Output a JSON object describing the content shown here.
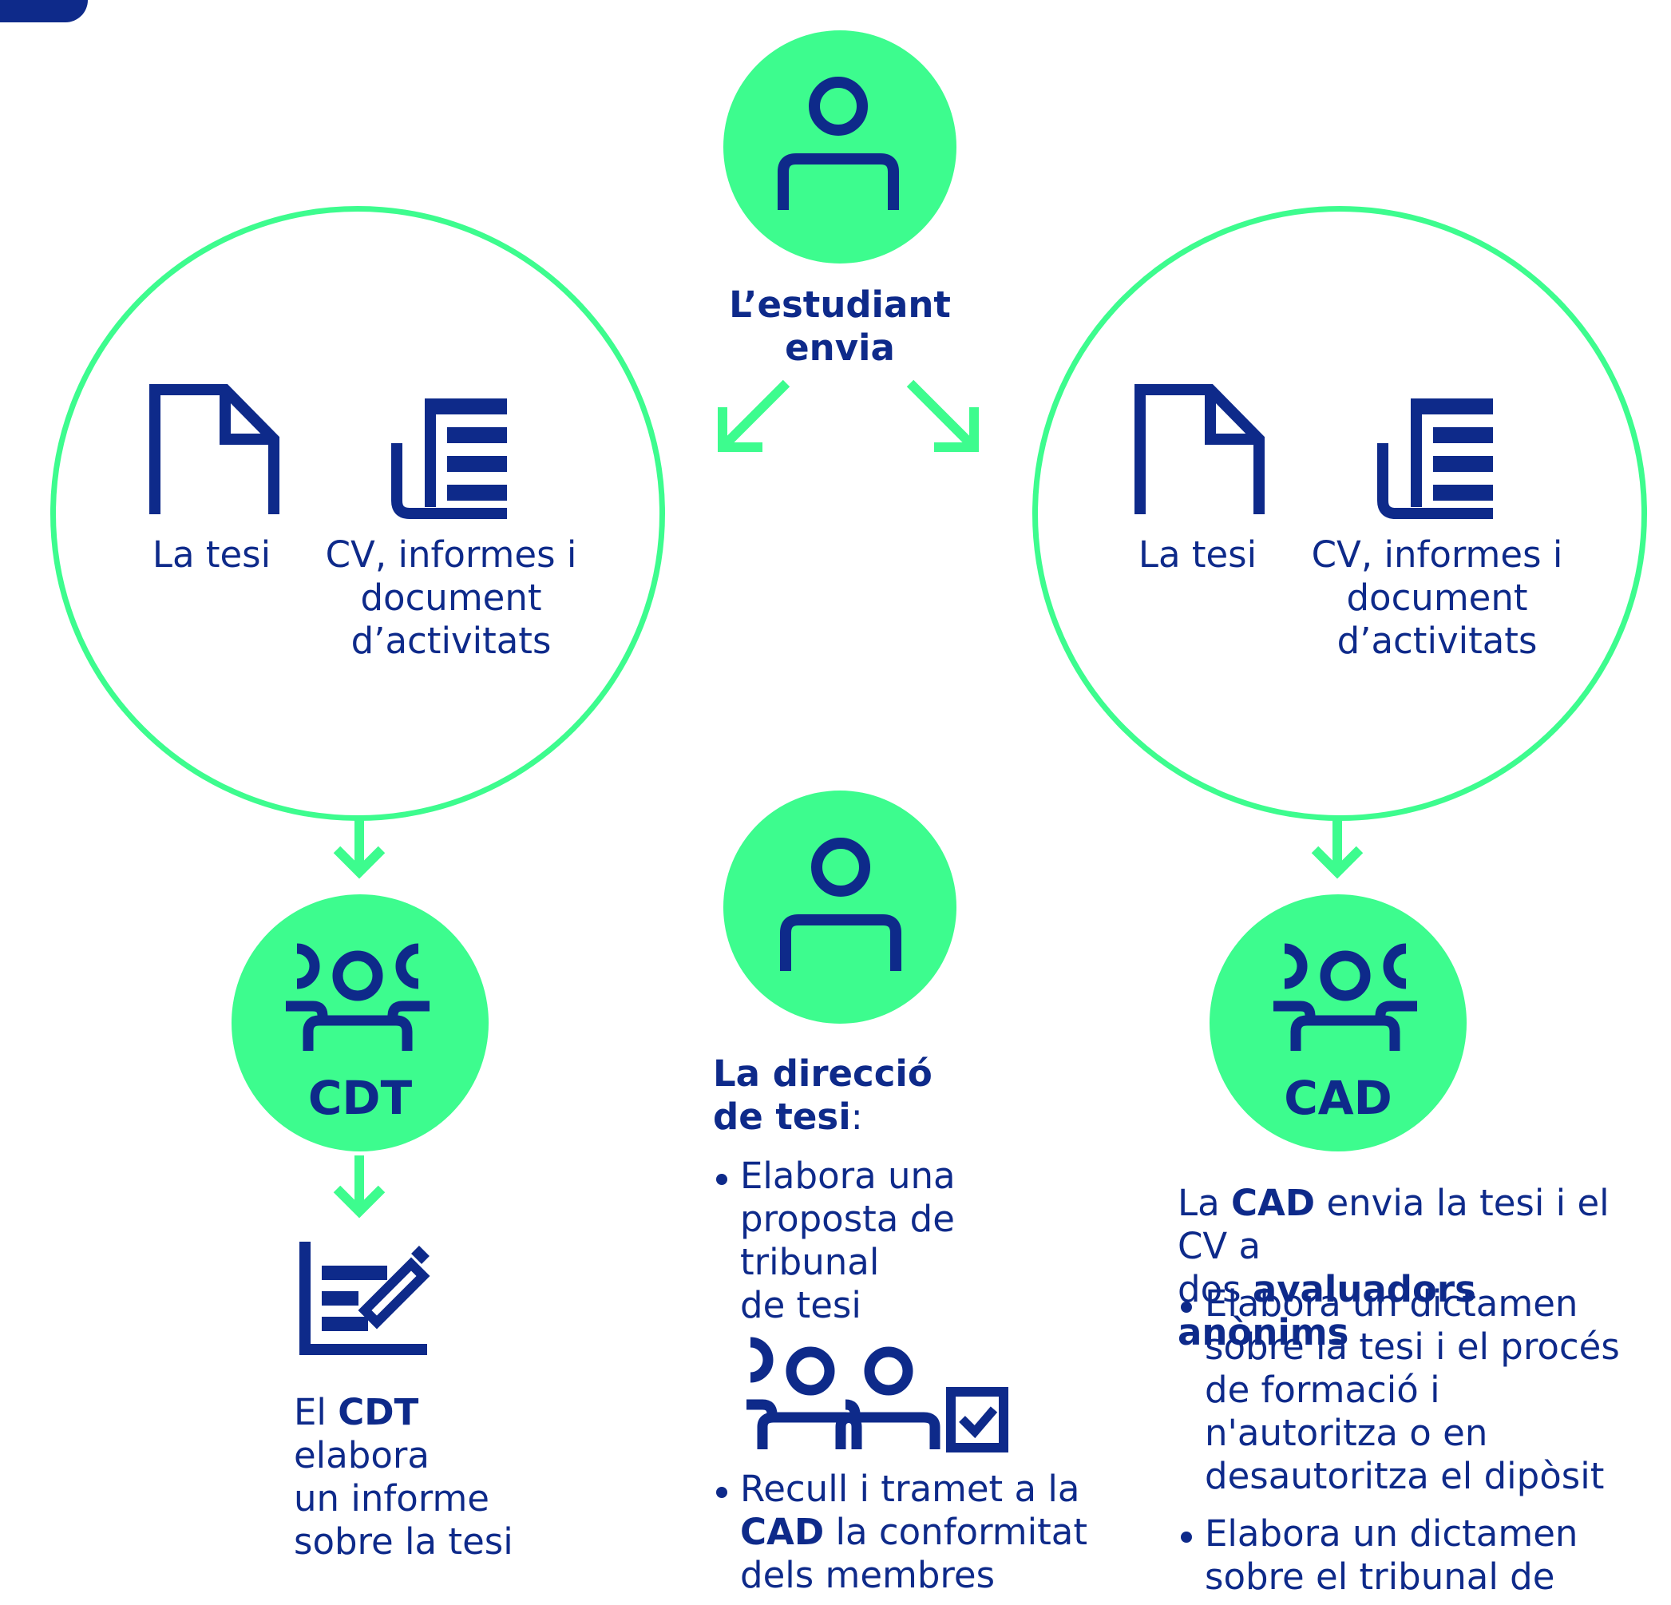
{
  "colors": {
    "navy": "#0e2a8a",
    "green": "#3dfc8e"
  },
  "top": {
    "label_line1": "L’estudiant",
    "label_line2": "envia",
    "icon": "person-icon"
  },
  "left_circle": {
    "thesis_label": "La tesi",
    "cv_line1": "CV, informes i",
    "cv_line2": "document",
    "cv_line3": "d’activitats"
  },
  "right_circle": {
    "thesis_label": "La tesi",
    "cv_line1": "CV, informes i",
    "cv_line2": "document",
    "cv_line3": "d’activitats"
  },
  "cdt": {
    "disc_label": "CDT",
    "text_pre": "El ",
    "text_bold": "CDT",
    "text_post": " elabora",
    "text_line2": "un informe",
    "text_line3": "sobre la tesi"
  },
  "direction": {
    "title_line1": "La direcció",
    "title_line2": "de tesi",
    "title_colon": ":",
    "bullet1_line1": "Elabora una",
    "bullet1_line2": "proposta de tribunal",
    "bullet1_line3": "de tesi",
    "bullet2_line1": "Recull i tramet a la",
    "bullet2_bold": "CAD",
    "bullet2_line2_rest": " la conformitat",
    "bullet2_line3": "dels membres"
  },
  "cad": {
    "disc_label": "CAD",
    "intro_pre": "La ",
    "intro_bold1": "CAD",
    "intro_mid": " envia la tesi i el CV a",
    "intro_line2_pre": "dos ",
    "intro_bold2": "avaluadors anònims",
    "bullet1_line1": "Elabora un dictamen",
    "bullet1_line2": "sobre la tesi i el procés",
    "bullet1_line3": "de formació i",
    "bullet1_line4": "n'autoritza o en",
    "bullet1_line5": "desautoritza el dipòsit",
    "bullet2_line1": "Elabora un dictamen",
    "bullet2_line2": "sobre el tribunal de"
  }
}
